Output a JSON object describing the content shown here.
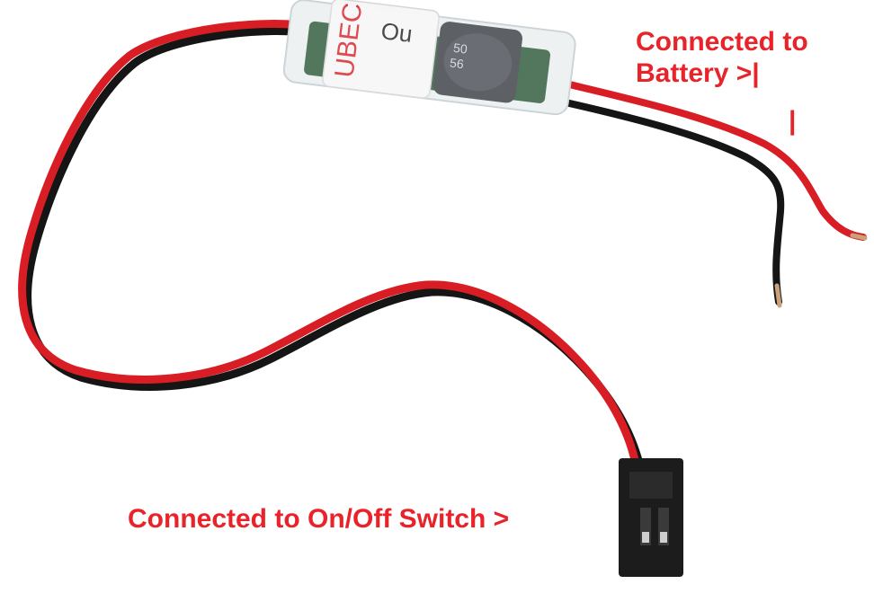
{
  "annotations": {
    "battery_line1": "Connected to",
    "battery_line2": "Battery >|",
    "battery_tick": "|",
    "switch": "Connected to On/Off Switch >"
  },
  "module_print": {
    "brand": "UBEC",
    "suffix": "Ou",
    "capacitor_line1": "50",
    "capacitor_line2": "56"
  },
  "colors": {
    "annotation": "#e8232a",
    "wire_red": "#d81e24",
    "wire_black": "#151515",
    "connector": "#1c1c1c",
    "pcb": "#2c5a3a"
  }
}
